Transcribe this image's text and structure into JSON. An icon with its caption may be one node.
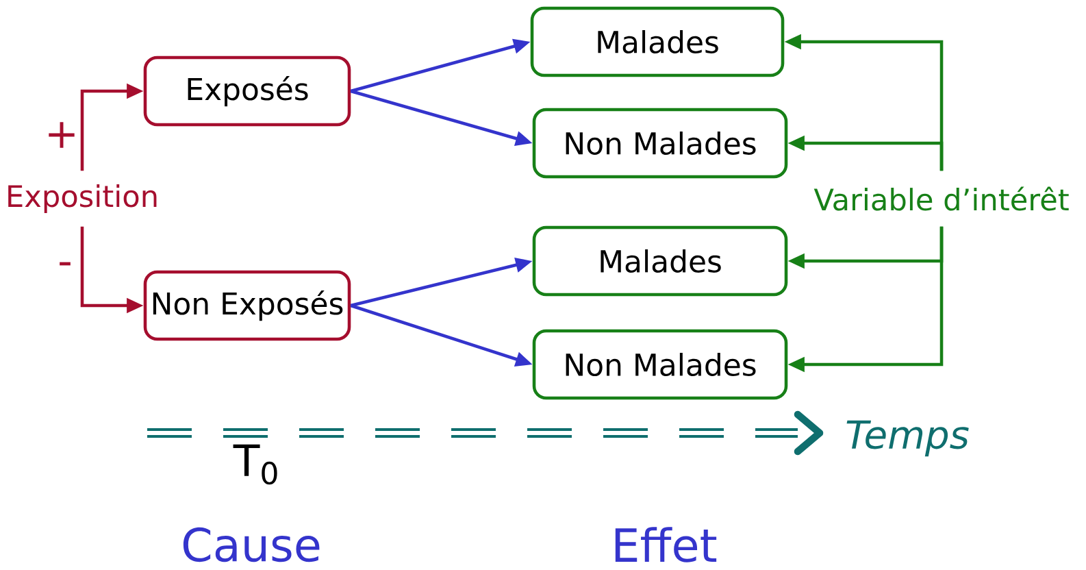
{
  "diagram": {
    "nodes": [
      {
        "text": [
          "Exposition"
        ]
      },
      {
        "text": [
          "Exposés"
        ]
      },
      {
        "text": [
          "Non Exposés"
        ]
      },
      {
        "text": [
          "Malades"
        ]
      },
      {
        "text": [
          "Non Malades"
        ]
      },
      {
        "text": [
          "Malades"
        ]
      },
      {
        "text": [
          "Non Malades"
        ]
      },
      {
        "text": [
          "Variable d’intérêt"
        ]
      }
    ],
    "edges": [
      {
        "from": 0,
        "to": 1,
        "arrow": "to",
        "label": "+",
        "color": "#a50e2e"
      },
      {
        "from": 0,
        "to": 2,
        "arrow": "to",
        "label": "-",
        "color": "#a50e2e"
      },
      {
        "from": 1,
        "to": 3,
        "arrow": "to",
        "color": "#3434cc"
      },
      {
        "from": 1,
        "to": 4,
        "arrow": "to",
        "color": "#3434cc"
      },
      {
        "from": 2,
        "to": 5,
        "arrow": "to",
        "color": "#3434cc"
      },
      {
        "from": 2,
        "to": 6,
        "arrow": "to",
        "color": "#3434cc"
      },
      {
        "from": 7,
        "to": 3,
        "arrow": "to",
        "color": "#178017"
      },
      {
        "from": 7,
        "to": 4,
        "arrow": "to",
        "color": "#178017"
      },
      {
        "from": 7,
        "to": 5,
        "arrow": "to",
        "color": "#178017"
      },
      {
        "from": 7,
        "to": 6,
        "arrow": "to",
        "color": "#178017"
      }
    ],
    "labels": [
      "Temps",
      "T$_{0}$",
      "Cause",
      "Effet"
    ]
  }
}
